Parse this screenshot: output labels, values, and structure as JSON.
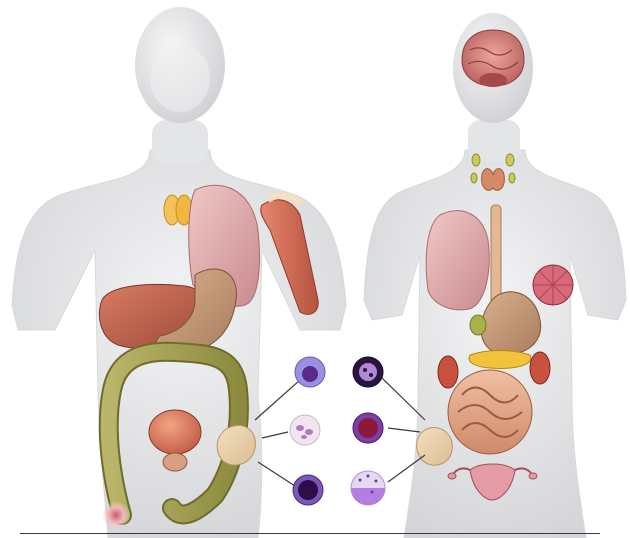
{
  "figures": [
    {
      "name": "male-body",
      "sex": "male",
      "organs": [
        "thymus",
        "lungs",
        "liver",
        "stomach",
        "large-intestine",
        "bladder",
        "prostate",
        "bone-joint",
        "arm-muscle",
        "skin-lesion"
      ]
    },
    {
      "name": "female-body",
      "sex": "female",
      "organs": [
        "brain",
        "thyroid",
        "lymph-nodes",
        "lung",
        "esophagus",
        "stomach",
        "gallbladder",
        "pancreas",
        "kidneys",
        "small-intestine",
        "uterus",
        "breast",
        "bone-joint"
      ]
    }
  ],
  "cells": [
    {
      "name": "cell-lymphocyte",
      "membrane": "#9b8fe0",
      "nucleus": "#5a2a8a"
    },
    {
      "name": "cell-neutrophil",
      "membrane": "#f1e6ee",
      "nucleus": "#b07abf"
    },
    {
      "name": "cell-plasma",
      "membrane": "#7a58b8",
      "nucleus": "#2e0d4a"
    },
    {
      "name": "cell-megakaryoblast",
      "membrane": "#2a1540",
      "nucleus": "#b08ad0"
    },
    {
      "name": "cell-erythroblast",
      "membrane": "#7a3fa8",
      "nucleus": "#8c1a36"
    },
    {
      "name": "cell-mast-cell",
      "membrane": "#e7d8f2",
      "nucleus": "#b27ee0"
    }
  ],
  "colors": {
    "body": "#e9eaec",
    "body_shadow": "#cfd0d3",
    "outline": "#3a3a3a"
  }
}
